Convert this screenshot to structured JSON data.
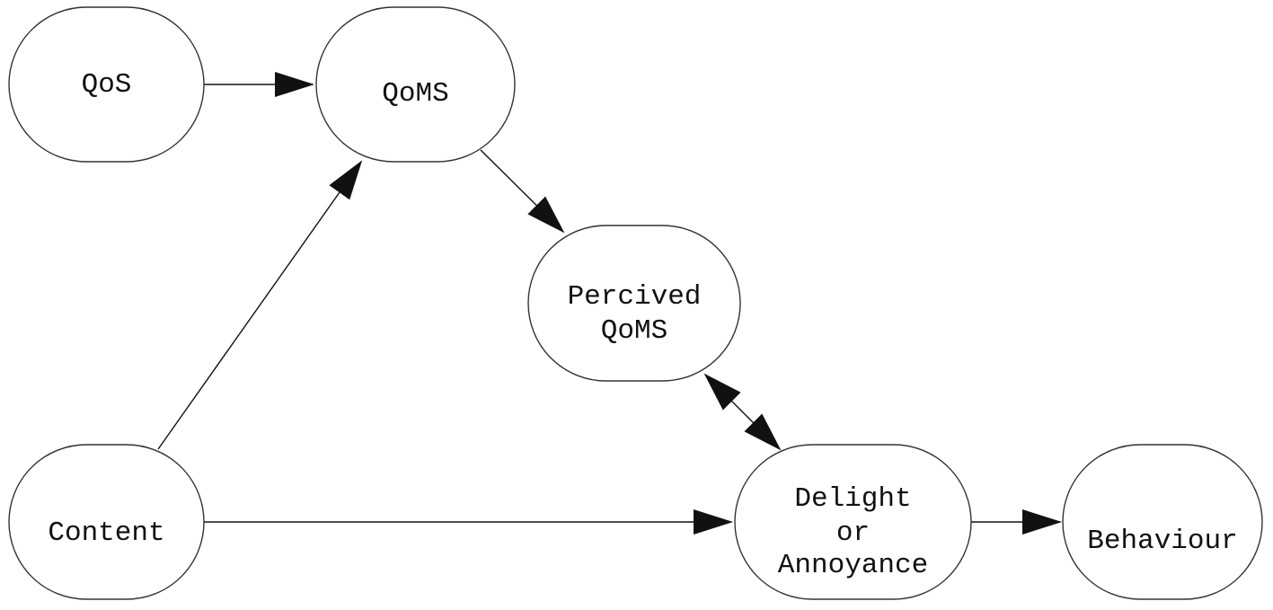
{
  "nodes": [
    {
      "id": "qos",
      "label": [
        "QoS"
      ]
    },
    {
      "id": "qoms",
      "label": [
        "QoMS"
      ]
    },
    {
      "id": "perceived",
      "label": [
        "Percived",
        "QoMS"
      ]
    },
    {
      "id": "content",
      "label": [
        "Content"
      ]
    },
    {
      "id": "delight",
      "label": [
        "Delight",
        "or",
        "Annoyance"
      ]
    },
    {
      "id": "behaviour",
      "label": [
        "Behaviour"
      ]
    }
  ],
  "edges": [
    {
      "from": "qos",
      "to": "qoms",
      "bidirectional": false
    },
    {
      "from": "qoms",
      "to": "perceived",
      "bidirectional": false
    },
    {
      "from": "content",
      "to": "qoms",
      "bidirectional": false
    },
    {
      "from": "content",
      "to": "delight",
      "bidirectional": false
    },
    {
      "from": "perceived",
      "to": "delight",
      "bidirectional": true
    },
    {
      "from": "delight",
      "to": "behaviour",
      "bidirectional": false
    }
  ],
  "colors": {
    "stroke": "#333333",
    "arrow": "#111111",
    "text": "#111111",
    "background": "#ffffff"
  }
}
